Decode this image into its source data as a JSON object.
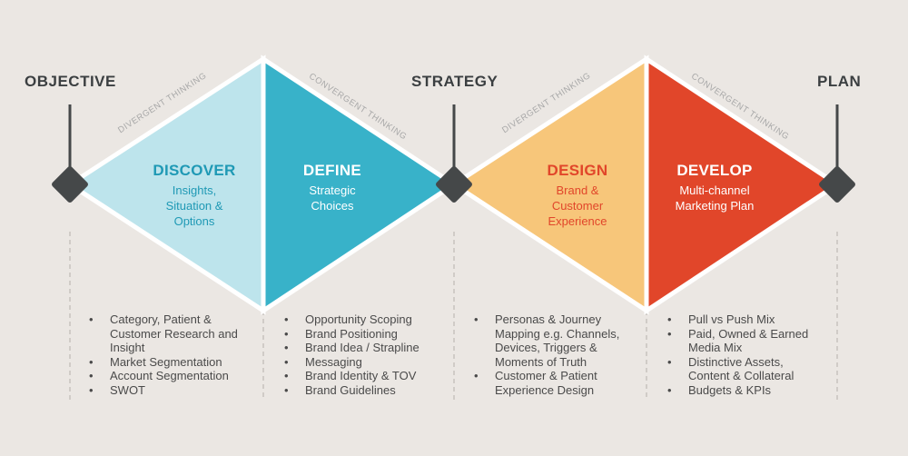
{
  "colors": {
    "background": "#ebe7e3",
    "discover": "#bde4ec",
    "define": "#38b2c9",
    "design": "#f7c67a",
    "develop": "#e1462a",
    "marker": "#454849",
    "dark_text": "#3b3f41"
  },
  "milestones": {
    "objective": "OBJECTIVE",
    "strategy": "STRATEGY",
    "plan": "PLAN"
  },
  "thinking": {
    "divergent_1": "DIVERGENT THINKING",
    "convergent_1": "CONVERGENT THINKING",
    "divergent_2": "DIVERGENT THINKING",
    "convergent_2": "CONVERGENT THINKING"
  },
  "phases": {
    "discover": {
      "title": "DISCOVER",
      "subtitle_lines": [
        "Insights,",
        "Situation &",
        "Options"
      ]
    },
    "define": {
      "title": "DEFINE",
      "subtitle_lines": [
        "Strategic",
        "Choices"
      ]
    },
    "design": {
      "title": "DESIGN",
      "subtitle_lines": [
        "Brand &",
        "Customer",
        "Experience"
      ]
    },
    "develop": {
      "title": "DEVELOP",
      "subtitle_lines": [
        "Multi-channel",
        "Marketing Plan"
      ]
    }
  },
  "lists": {
    "discover": [
      "Category, Patient & Customer Research and Insight",
      "Market Segmentation",
      "Account Segmentation",
      "SWOT"
    ],
    "define": [
      "Opportunity Scoping",
      "Brand Positioning",
      "Brand Idea / Strapline",
      "Messaging",
      "Brand Identity & TOV",
      "Brand Guidelines"
    ],
    "design": [
      "Personas & Journey Mapping e.g. Channels, Devices, Triggers & Moments of Truth",
      "Customer & Patient Experience Design"
    ],
    "develop": [
      "Pull vs Push Mix",
      "Paid, Owned & Earned Media Mix",
      "Distinctive Assets, Content & Collateral",
      "Budgets & KPIs"
    ]
  }
}
